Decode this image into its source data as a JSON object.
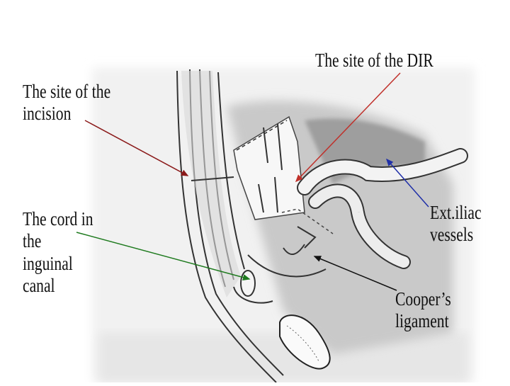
{
  "labels": {
    "dir_site": [
      "The site of the DIR"
    ],
    "incision": [
      "The site of the",
      "incision"
    ],
    "iliac": [
      "Ext.iliac",
      "vessels"
    ],
    "cord": [
      "The cord in",
      "the",
      "inguinal",
      "canal"
    ],
    "cooper": [
      "Cooper’s",
      "ligament"
    ]
  },
  "colors": {
    "incision_arrow": "#8b1a1a",
    "dir_arrow": "#c0302a",
    "iliac_arrow": "#1f2fa8",
    "cord_arrow": "#1e7a1e",
    "cooper_arrow": "#111111"
  }
}
